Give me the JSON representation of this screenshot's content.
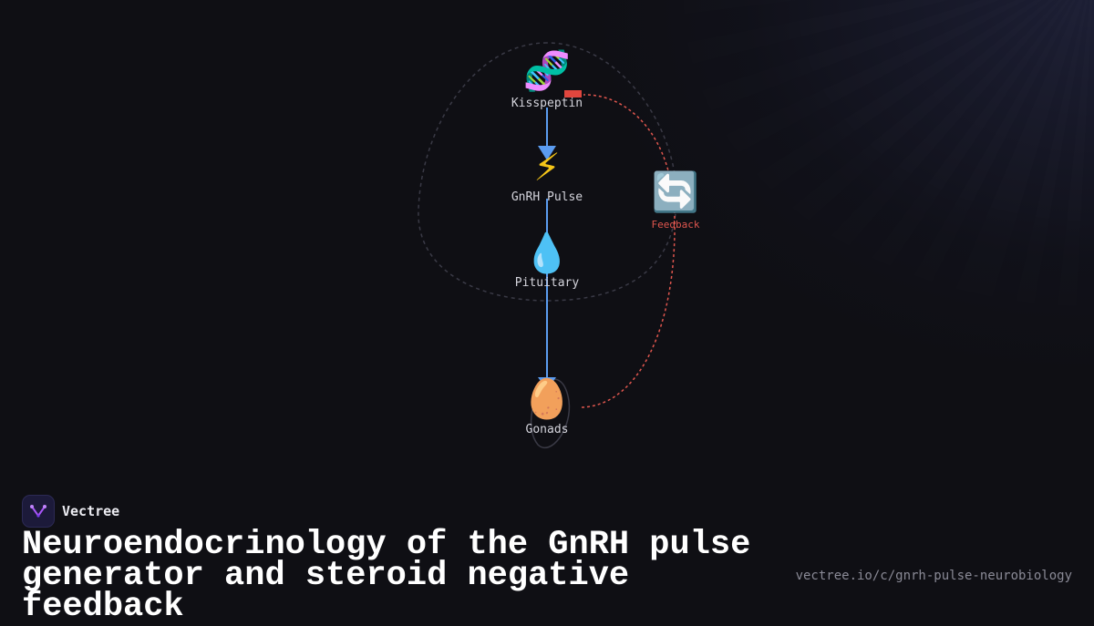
{
  "diagram": {
    "nodes": [
      {
        "id": "kisspeptin",
        "label": "Kisspeptin",
        "icon": "dna-icon",
        "glyph": "🧬"
      },
      {
        "id": "gnrh",
        "label": "GnRH Pulse",
        "icon": "lightning-icon",
        "glyph": "⚡"
      },
      {
        "id": "pituitary",
        "label": "Pituitary",
        "icon": "droplet-icon",
        "glyph": "💧"
      },
      {
        "id": "gonads",
        "label": "Gonads",
        "icon": "egg-icon",
        "glyph": "🥚"
      }
    ],
    "feedback": {
      "label": "Feedback",
      "icon": "cycle-arrows-icon",
      "glyph": "🔄"
    },
    "colors": {
      "flow": "#5b9cf0",
      "feedback": "#e0564e",
      "cycle_outline": "#3a3a46",
      "inhibition_bar": "#e0463e"
    }
  },
  "brand": {
    "name": "Vectree",
    "logo_icon": "vectree-logo-icon"
  },
  "title": "Neuroendocrinology of the GnRH pulse generator and steroid negative feedback",
  "url": "vectree.io/c/gnrh-pulse-neurobiology"
}
